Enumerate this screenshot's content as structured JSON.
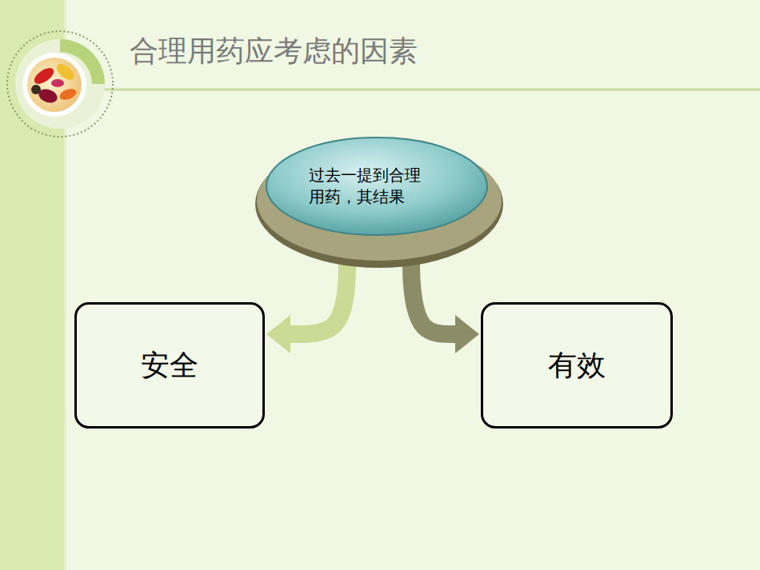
{
  "diagram": {
    "title": "合理用药应考虑的因素",
    "nodes": [
      {
        "text": [
          "过去一提到合理用药，其结果"
        ]
      },
      {
        "text": [
          "安全"
        ]
      },
      {
        "text": [
          "有效"
        ]
      }
    ],
    "edges": [
      {
        "from": 0,
        "to": 1,
        "arrow": "to"
      },
      {
        "from": 0,
        "to": 2,
        "arrow": "to"
      }
    ]
  }
}
